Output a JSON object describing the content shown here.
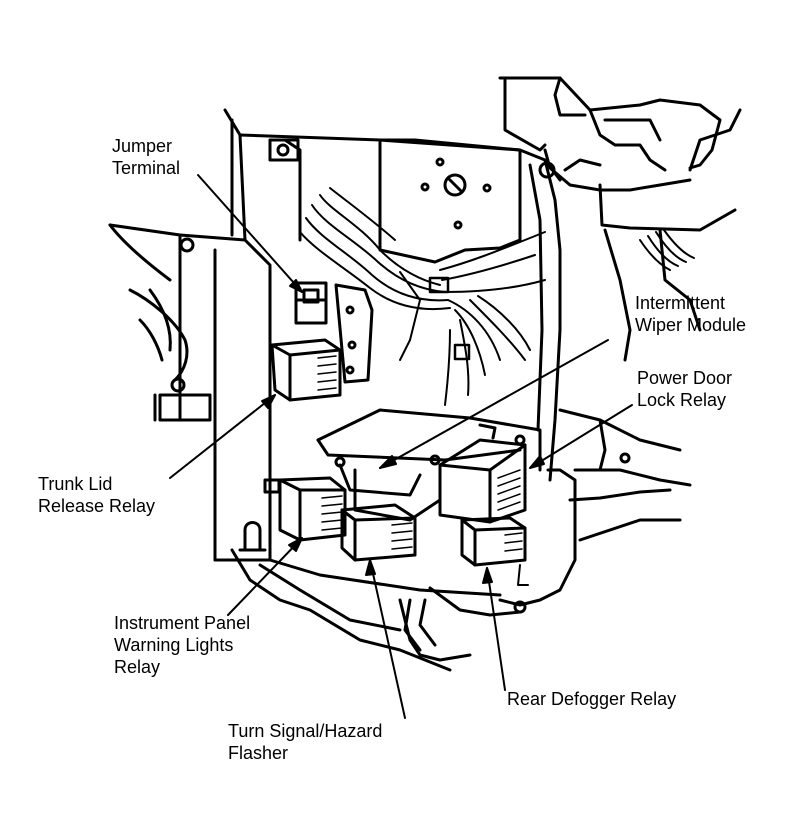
{
  "labels": {
    "jumper_terminal": [
      "Jumper",
      "Terminal"
    ],
    "intermittent_wiper_module": [
      "Intermittent",
      "Wiper Module"
    ],
    "power_door_lock_relay": [
      "Power Door",
      "Lock Relay"
    ],
    "trunk_lid_release_relay": [
      "Trunk Lid",
      "Release Relay"
    ],
    "instrument_panel_warning_lights_relay": [
      "Instrument Panel",
      "Warning Lights",
      "Relay"
    ],
    "turn_signal_hazard_flasher": [
      "Turn Signal/Hazard",
      "Flasher"
    ],
    "rear_defogger_relay": [
      "Rear Defogger Relay"
    ]
  },
  "colors": {
    "ink": "#000000",
    "paper": "#ffffff"
  }
}
